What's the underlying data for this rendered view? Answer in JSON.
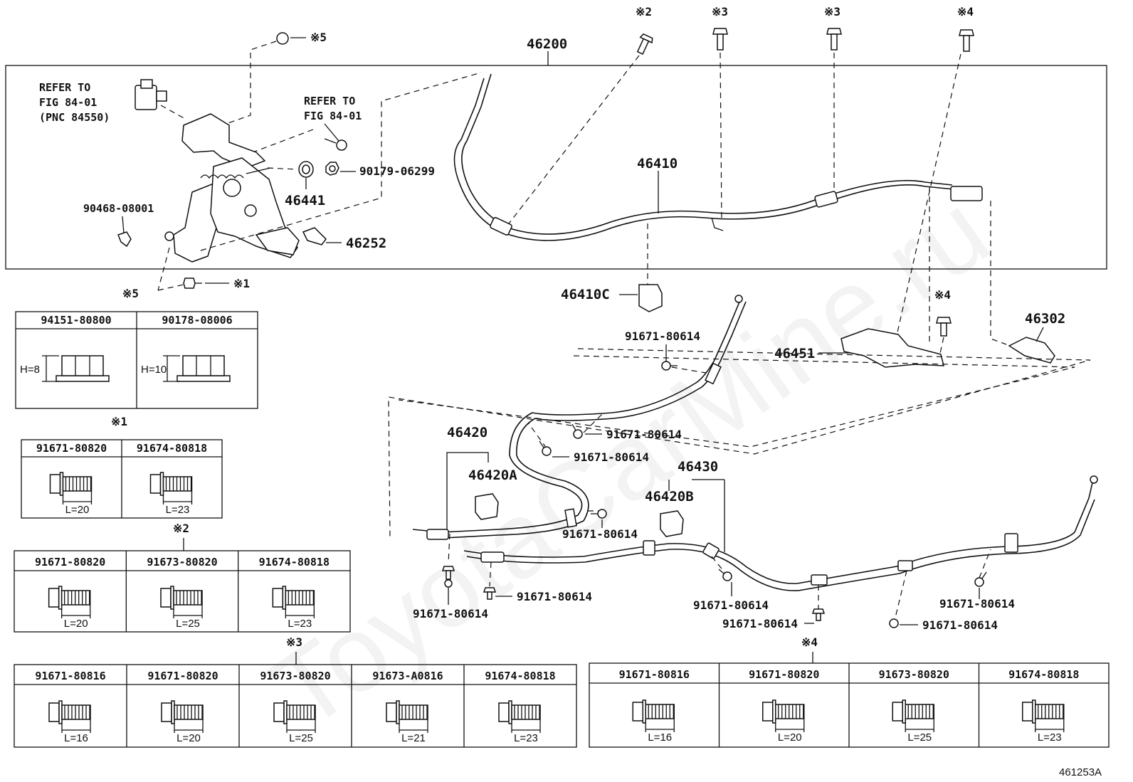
{
  "watermark": "ToyotaCarMine.ru",
  "diagram_id": "461253A",
  "callouts": {
    "assy": "46200",
    "cable_front": "46410",
    "clamp_front": "46410C",
    "spring": "46441",
    "bolt_a": "90179-06299",
    "clip": "90468-08001",
    "guide": "46252",
    "bracket": "46451",
    "lever": "46302",
    "cable_rh": "46420",
    "clamp_rh": "46420A",
    "cable_lh": "46430",
    "clamp_lh": "46420B",
    "bolt_std": "91671-80614"
  },
  "refer_switch": [
    "REFER TO",
    "FIG 84-01",
    "(PNC 84550)"
  ],
  "refer_bolt": [
    "REFER TO",
    "FIG 84-01"
  ],
  "marks": {
    "m1": "※1",
    "m2": "※2",
    "m3": "※3",
    "m4": "※4",
    "m5": "※5"
  },
  "tables": {
    "t5": {
      "mark": "※5",
      "cols": [
        {
          "part": "94151-80800",
          "dim": "H=8"
        },
        {
          "part": "90178-08006",
          "dim": "H=10"
        }
      ]
    },
    "t1": {
      "mark": "※1",
      "cols": [
        {
          "part": "91671-80820",
          "dim": "L=20"
        },
        {
          "part": "91674-80818",
          "dim": "L=23"
        }
      ]
    },
    "t2": {
      "mark": "※2",
      "cols": [
        {
          "part": "91671-80820",
          "dim": "L=20"
        },
        {
          "part": "91673-80820",
          "dim": "L=25"
        },
        {
          "part": "91674-80818",
          "dim": "L=23"
        }
      ]
    },
    "t3": {
      "mark": "※3",
      "cols": [
        {
          "part": "91671-80816",
          "dim": "L=16"
        },
        {
          "part": "91671-80820",
          "dim": "L=20"
        },
        {
          "part": "91673-80820",
          "dim": "L=25"
        },
        {
          "part": "91673-A0816",
          "dim": "L=21"
        },
        {
          "part": "91674-80818",
          "dim": "L=23"
        }
      ]
    },
    "t4": {
      "mark": "※4",
      "cols": [
        {
          "part": "91671-80816",
          "dim": "L=16"
        },
        {
          "part": "91671-80820",
          "dim": "L=20"
        },
        {
          "part": "91673-80820",
          "dim": "L=25"
        },
        {
          "part": "91674-80818",
          "dim": "L=23"
        }
      ]
    }
  }
}
